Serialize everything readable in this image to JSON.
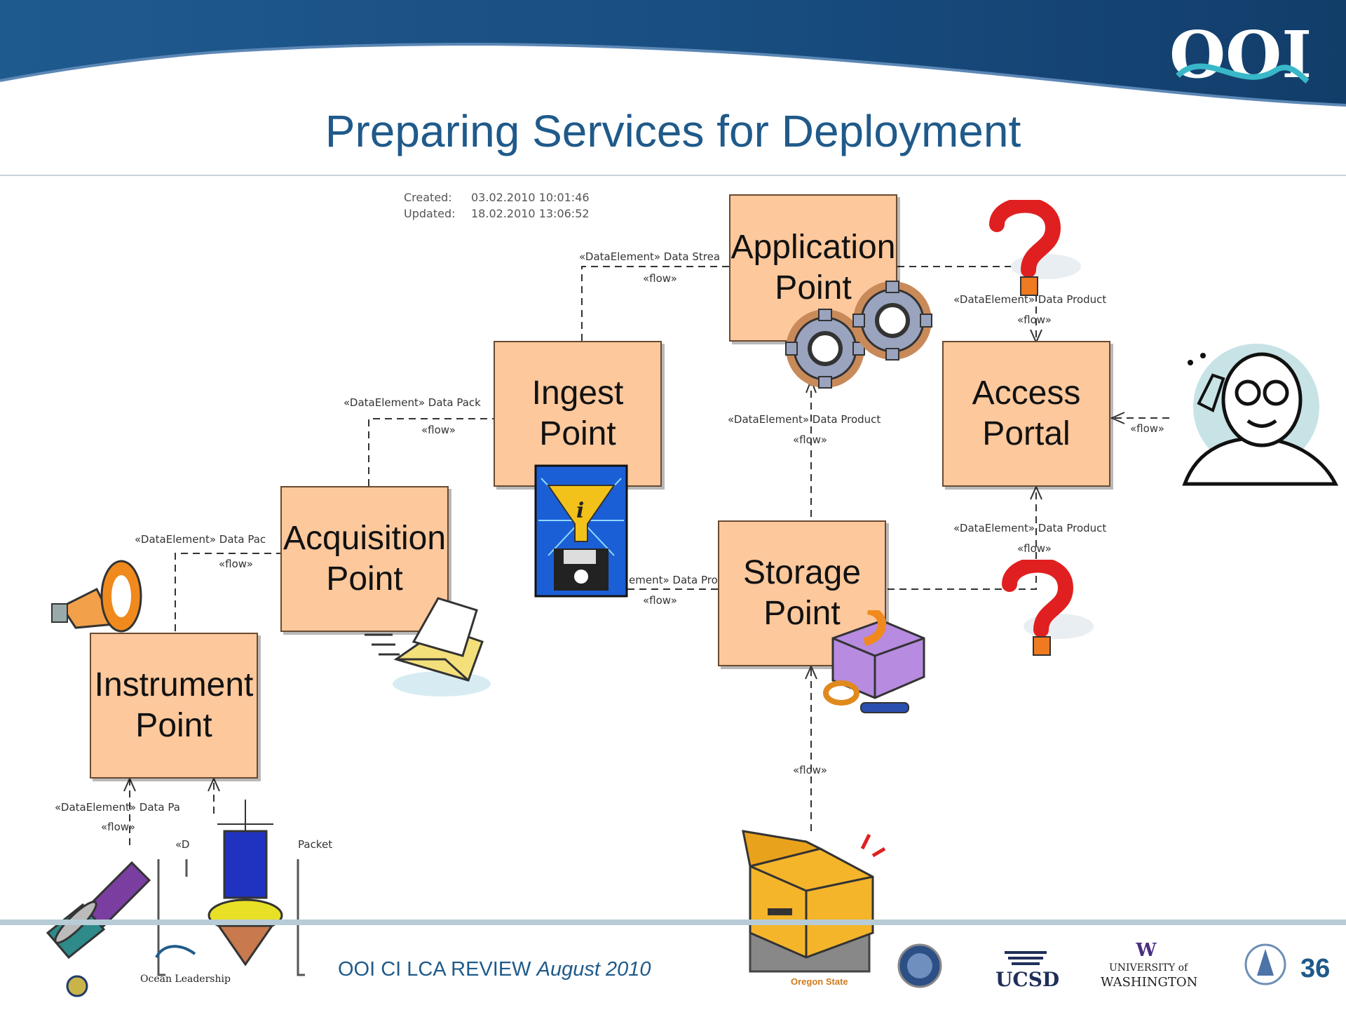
{
  "slide": {
    "title": "Preparing Services for Deployment",
    "logo_text": "OOI",
    "footer_label": "OOI CI LCA REVIEW",
    "footer_date": "August 2010",
    "page_number": "36"
  },
  "diagram": {
    "metadata": {
      "created_label": "Created:",
      "created_value": "03.02.2010 10:01:46",
      "updated_label": "Updated:",
      "updated_value": "18.02.2010 13:06:52"
    },
    "nodes": {
      "instrument": {
        "line1": "Instrument",
        "line2": "Point"
      },
      "acquisition": {
        "line1": "Acquisition",
        "line2": "Point"
      },
      "ingest": {
        "line1": "Ingest",
        "line2": "Point"
      },
      "application": {
        "line1": "Application",
        "line2": "Point"
      },
      "access": {
        "line1": "Access",
        "line2": "Portal"
      },
      "storage": {
        "line1": "Storage",
        "line2": "Point"
      }
    },
    "edges": {
      "instrument_acquisition": {
        "label": "«DataElement» Data Pac",
        "stereotype": "«flow»"
      },
      "acquisition_ingest": {
        "label": "«DataElement» Data Pack",
        "stereotype": "«flow»"
      },
      "ingest_application": {
        "label": "«DataElement» Data Strea",
        "stereotype": "«flow»"
      },
      "application_access": {
        "label": "«DataElement» Data Product",
        "stereotype": "«flow»"
      },
      "application_storage": {
        "label": "«DataElement» Data Product",
        "stereotype": "«flow»"
      },
      "ingest_storage": {
        "label": "ement» Data Pro",
        "stereotype": "«flow»"
      },
      "storage_access": {
        "label": "«DataElement» Data Product",
        "stereotype": "«flow»"
      },
      "user_access": {
        "label": "«flow»"
      },
      "storage_repository": {
        "label": "«flow»"
      },
      "sensors_instrument": {
        "label": "«DataElement» Data Pa",
        "stereotype": "«flow»"
      },
      "partial_d": {
        "label": "«D"
      },
      "partial_packet": {
        "label": "Packet"
      }
    },
    "logos": {
      "oregon_state": "Oregon State",
      "ucsd": "UCSD",
      "uw_top": "UNIVERSITY of",
      "uw_bottom": "WASHINGTON",
      "uw_mark": "W",
      "ocean_leadership": "Ocean Leadership"
    }
  }
}
